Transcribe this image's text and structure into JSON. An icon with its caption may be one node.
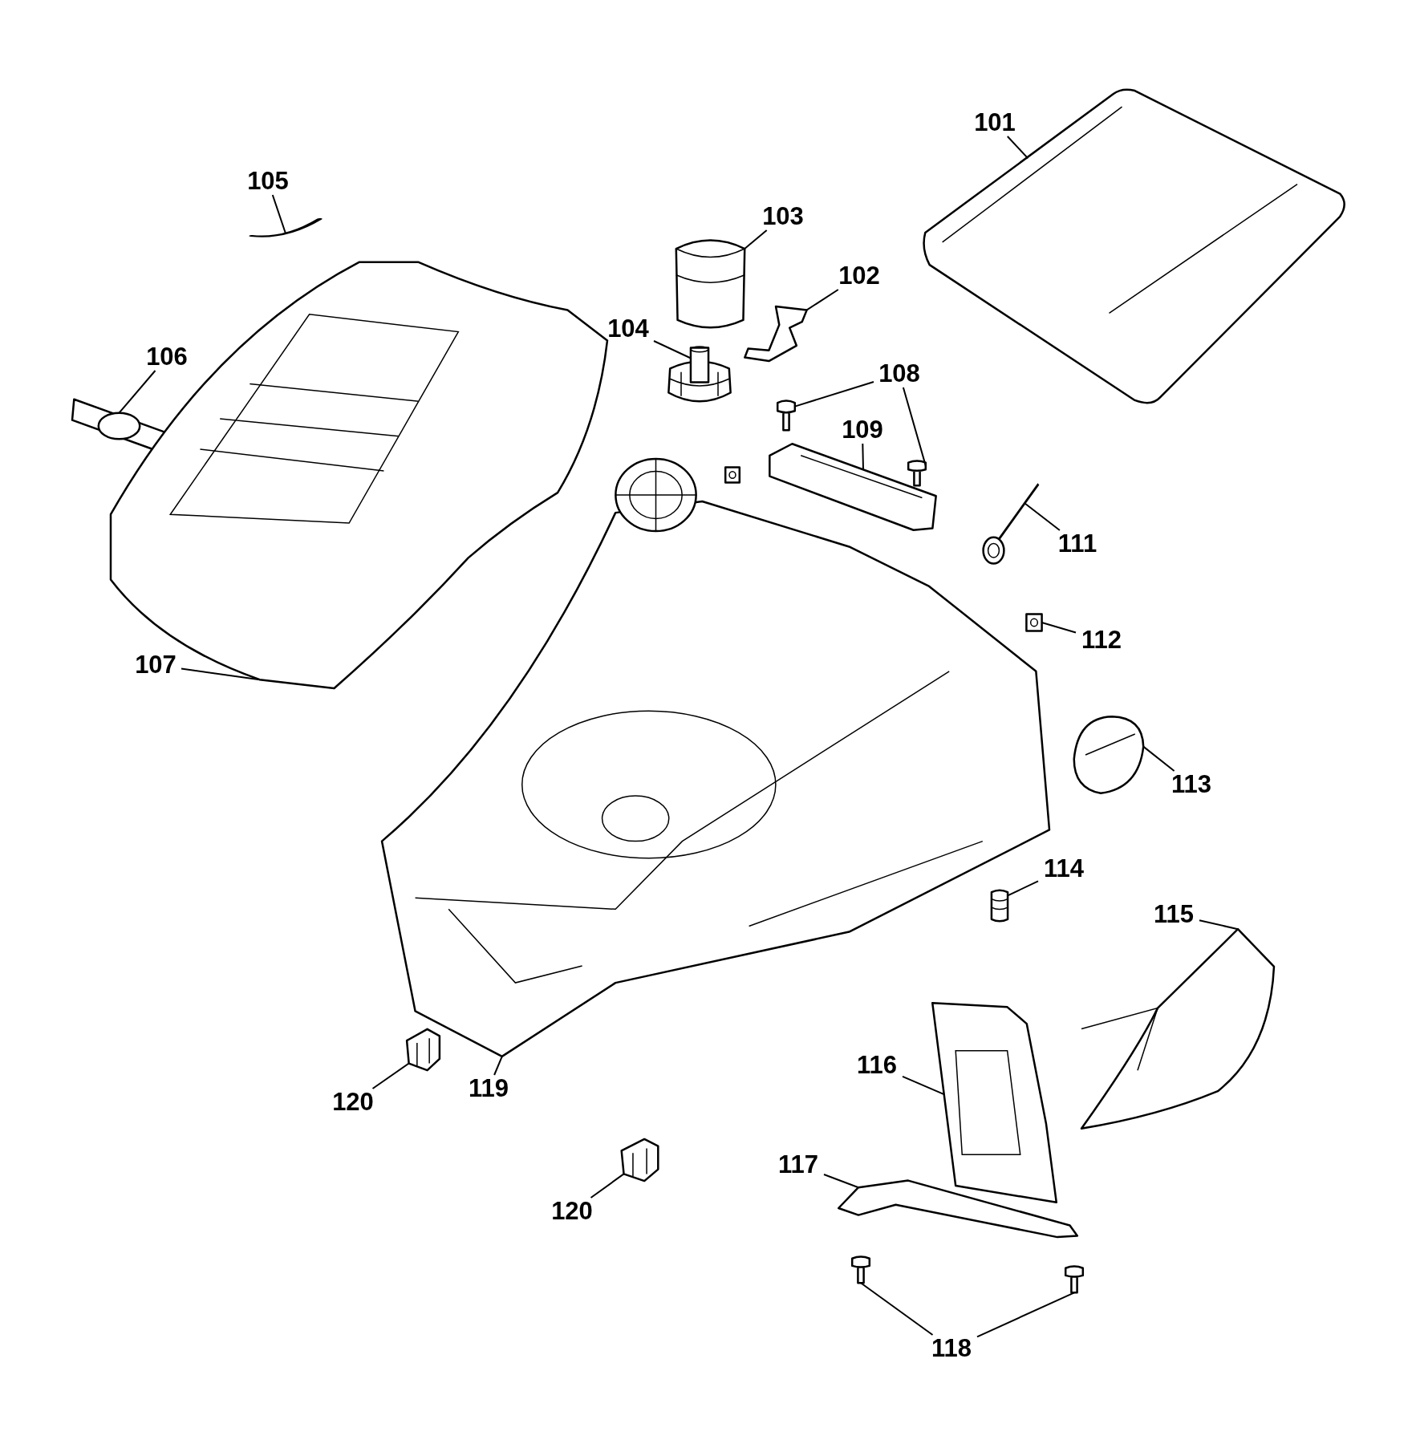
{
  "diagram": {
    "nodes": [
      {
        "text": [
          "101"
        ]
      },
      {
        "text": [],
        "shape": "picture"
      },
      {
        "text": [
          "105"
        ]
      },
      {
        "text": [],
        "shape": "picture"
      },
      {
        "text": [
          "103"
        ]
      },
      {
        "text": [],
        "shape": "picture"
      },
      {
        "text": [
          "102"
        ]
      },
      {
        "text": [],
        "shape": "picture"
      },
      {
        "text": [
          "104"
        ]
      },
      {
        "text": [],
        "shape": "picture"
      },
      {
        "text": [
          "106"
        ]
      },
      {
        "text": [],
        "shape": "picture"
      },
      {
        "text": [
          "107"
        ]
      },
      {
        "text": [],
        "shape": "picture"
      },
      {
        "text": [
          "108"
        ]
      },
      {
        "text": [],
        "shape": "picture"
      },
      {
        "text": [],
        "shape": "picture"
      },
      {
        "text": [
          "109"
        ]
      },
      {
        "text": [],
        "shape": "picture"
      },
      {
        "text": [
          "111"
        ]
      },
      {
        "text": [],
        "shape": "picture"
      },
      {
        "text": [
          "112"
        ]
      },
      {
        "text": [],
        "shape": "picture"
      },
      {
        "text": [
          "113"
        ]
      },
      {
        "text": [],
        "shape": "picture"
      },
      {
        "text": [
          "114"
        ]
      },
      {
        "text": [],
        "shape": "picture"
      },
      {
        "text": [
          "115"
        ]
      },
      {
        "text": [],
        "shape": "picture"
      },
      {
        "text": [
          "116"
        ]
      },
      {
        "text": [],
        "shape": "picture"
      },
      {
        "text": [
          "117"
        ]
      },
      {
        "text": [],
        "shape": "picture"
      },
      {
        "text": [
          "118"
        ]
      },
      {
        "text": [],
        "shape": "picture"
      },
      {
        "text": [],
        "shape": "picture"
      },
      {
        "text": [
          "119"
        ]
      },
      {
        "text": [],
        "shape": "picture"
      },
      {
        "text": [
          "120"
        ]
      },
      {
        "text": [],
        "shape": "picture"
      },
      {
        "text": [
          "120"
        ]
      },
      {
        "text": [],
        "shape": "picture"
      }
    ],
    "edges": [
      {
        "from": 0,
        "to": 1,
        "arrow": "none"
      },
      {
        "from": 2,
        "to": 3,
        "arrow": "none"
      },
      {
        "from": 4,
        "to": 5,
        "arrow": "none"
      },
      {
        "from": 6,
        "to": 7,
        "arrow": "none"
      },
      {
        "from": 8,
        "to": 9,
        "arrow": "none"
      },
      {
        "from": 10,
        "to": 11,
        "arrow": "none"
      },
      {
        "from": 12,
        "to": 13,
        "arrow": "none"
      },
      {
        "from": 14,
        "to": 15,
        "arrow": "none"
      },
      {
        "from": 14,
        "to": 16,
        "arrow": "none"
      },
      {
        "from": 17,
        "to": 18,
        "arrow": "none"
      },
      {
        "from": 19,
        "to": 20,
        "arrow": "none"
      },
      {
        "from": 21,
        "to": 22,
        "arrow": "none"
      },
      {
        "from": 23,
        "to": 24,
        "arrow": "none"
      },
      {
        "from": 25,
        "to": 26,
        "arrow": "none"
      },
      {
        "from": 27,
        "to": 28,
        "arrow": "none"
      },
      {
        "from": 29,
        "to": 30,
        "arrow": "none"
      },
      {
        "from": 31,
        "to": 32,
        "arrow": "none"
      },
      {
        "from": 33,
        "to": 34,
        "arrow": "none"
      },
      {
        "from": 33,
        "to": 35,
        "arrow": "none"
      },
      {
        "from": 36,
        "to": 37,
        "arrow": "none"
      },
      {
        "from": 38,
        "to": 39,
        "arrow": "none"
      },
      {
        "from": 40,
        "to": 41,
        "arrow": "none"
      }
    ]
  }
}
